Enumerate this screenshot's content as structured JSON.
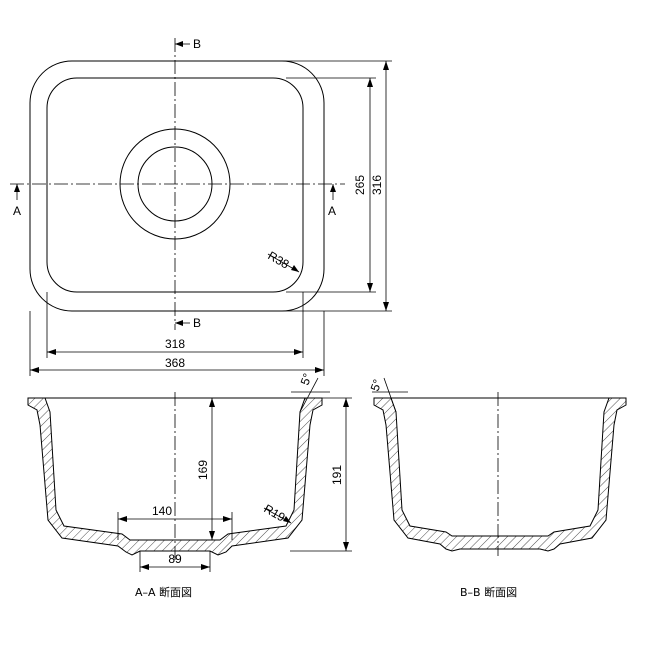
{
  "plan_view": {
    "section_b_top": "B",
    "section_b_bottom": "B",
    "section_a_left": "A",
    "section_a_right": "A",
    "dim_inner_height": "265",
    "dim_outer_height": "316",
    "dim_inner_width": "318",
    "dim_outer_width": "368",
    "dim_corner_radius": "R38"
  },
  "section_aa": {
    "dim_draft_angle": "5°",
    "dim_inner_depth": "169",
    "dim_outer_depth": "191",
    "dim_bottom_width": "140",
    "dim_drain_width": "89",
    "dim_bottom_radius": "R19",
    "caption": "A–A  断面図"
  },
  "section_bb": {
    "dim_draft_angle": "5°",
    "caption": "B–B  断面図"
  }
}
